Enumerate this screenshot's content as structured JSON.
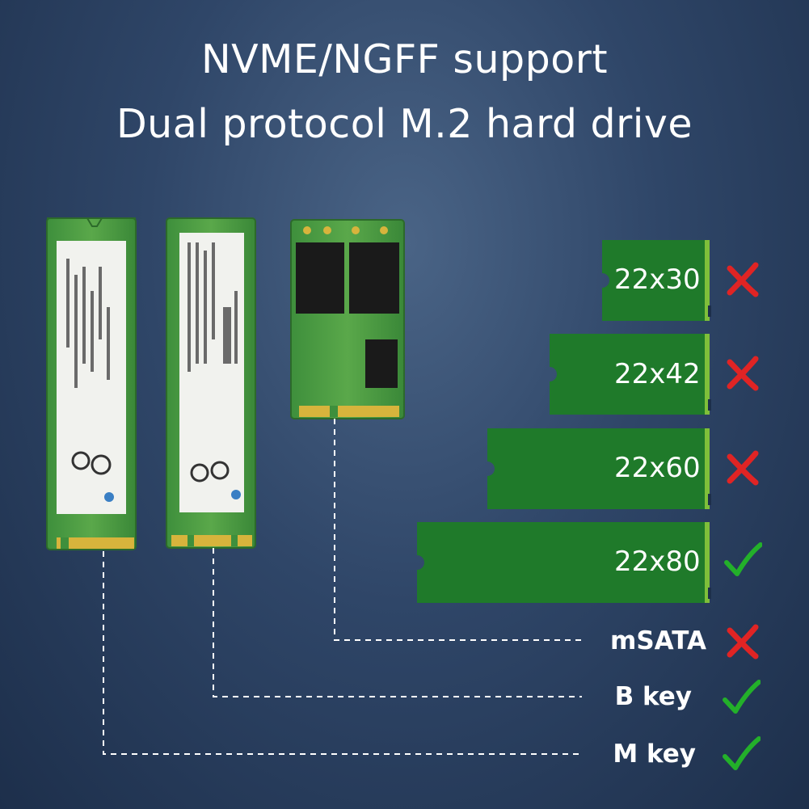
{
  "header": {
    "line1": "NVME/NGFF support",
    "line2": "Dual protocol M.2 hard drive"
  },
  "sizes": [
    {
      "label": "22x30",
      "status": "cross"
    },
    {
      "label": "22x42",
      "status": "cross"
    },
    {
      "label": "22x60",
      "status": "cross"
    },
    {
      "label": "22x80",
      "status": "check"
    }
  ],
  "keys": [
    {
      "label": "mSATA",
      "status": "cross"
    },
    {
      "label": "B key",
      "status": "check"
    },
    {
      "label": "M key",
      "status": "check"
    }
  ],
  "colors": {
    "board_green": "#1f7a2a",
    "board_edge": "#7fbf3a",
    "check_green": "#23b02a",
    "cross_red": "#e02424"
  },
  "icons": {
    "check": "check-icon",
    "cross": "cross-icon"
  }
}
